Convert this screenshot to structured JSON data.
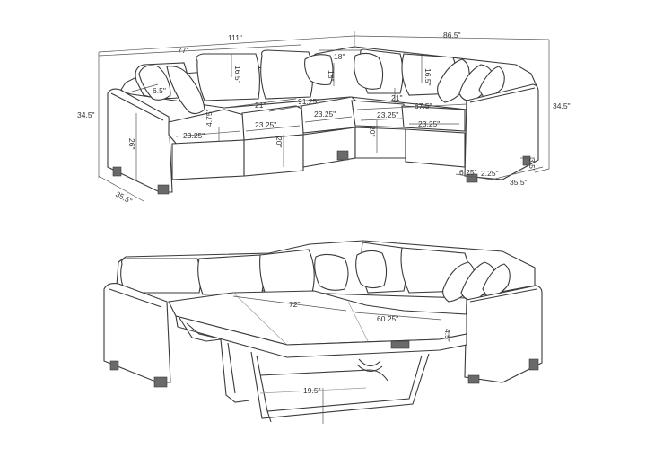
{
  "top_diagram": {
    "overall_width": "111\"",
    "left_section_width": "77\"",
    "right_section_width": "86.5\"",
    "height_left": "34.5\"",
    "height_right": "34.5\"",
    "depth_left": "35.5\"",
    "depth_right": "35.5\"",
    "back_cushion_height": "16.5\"",
    "back_cushion_height_right": "16.5\"",
    "corner_pillow": "18\"",
    "corner_pillow_height": "18\"",
    "arm_width": "6.5\"",
    "seat_depth_left": "21\"",
    "seat_depth_right": "21\"",
    "inner_width_left": "91.25\"",
    "inner_width_right": "67.5\"",
    "seat_cushion_1": "23.25\"",
    "seat_cushion_2": "23.25\"",
    "seat_cushion_3": "23.25\"",
    "seat_cushion_4": "23.25\"",
    "seat_cushion_5": "23.25\"",
    "cushion_thickness": "4.75\"",
    "arm_height": "26\"",
    "seat_height_left": "20\"",
    "seat_height_right": "20\"",
    "leg_width": "6.25\"",
    "leg_depth": "2.25\"",
    "leg_height": "3.5\""
  },
  "bottom_diagram": {
    "bed_length": "72\"",
    "bed_width": "60.25\"",
    "mattress_thickness": "4.5\"",
    "bed_height": "19.5\""
  }
}
